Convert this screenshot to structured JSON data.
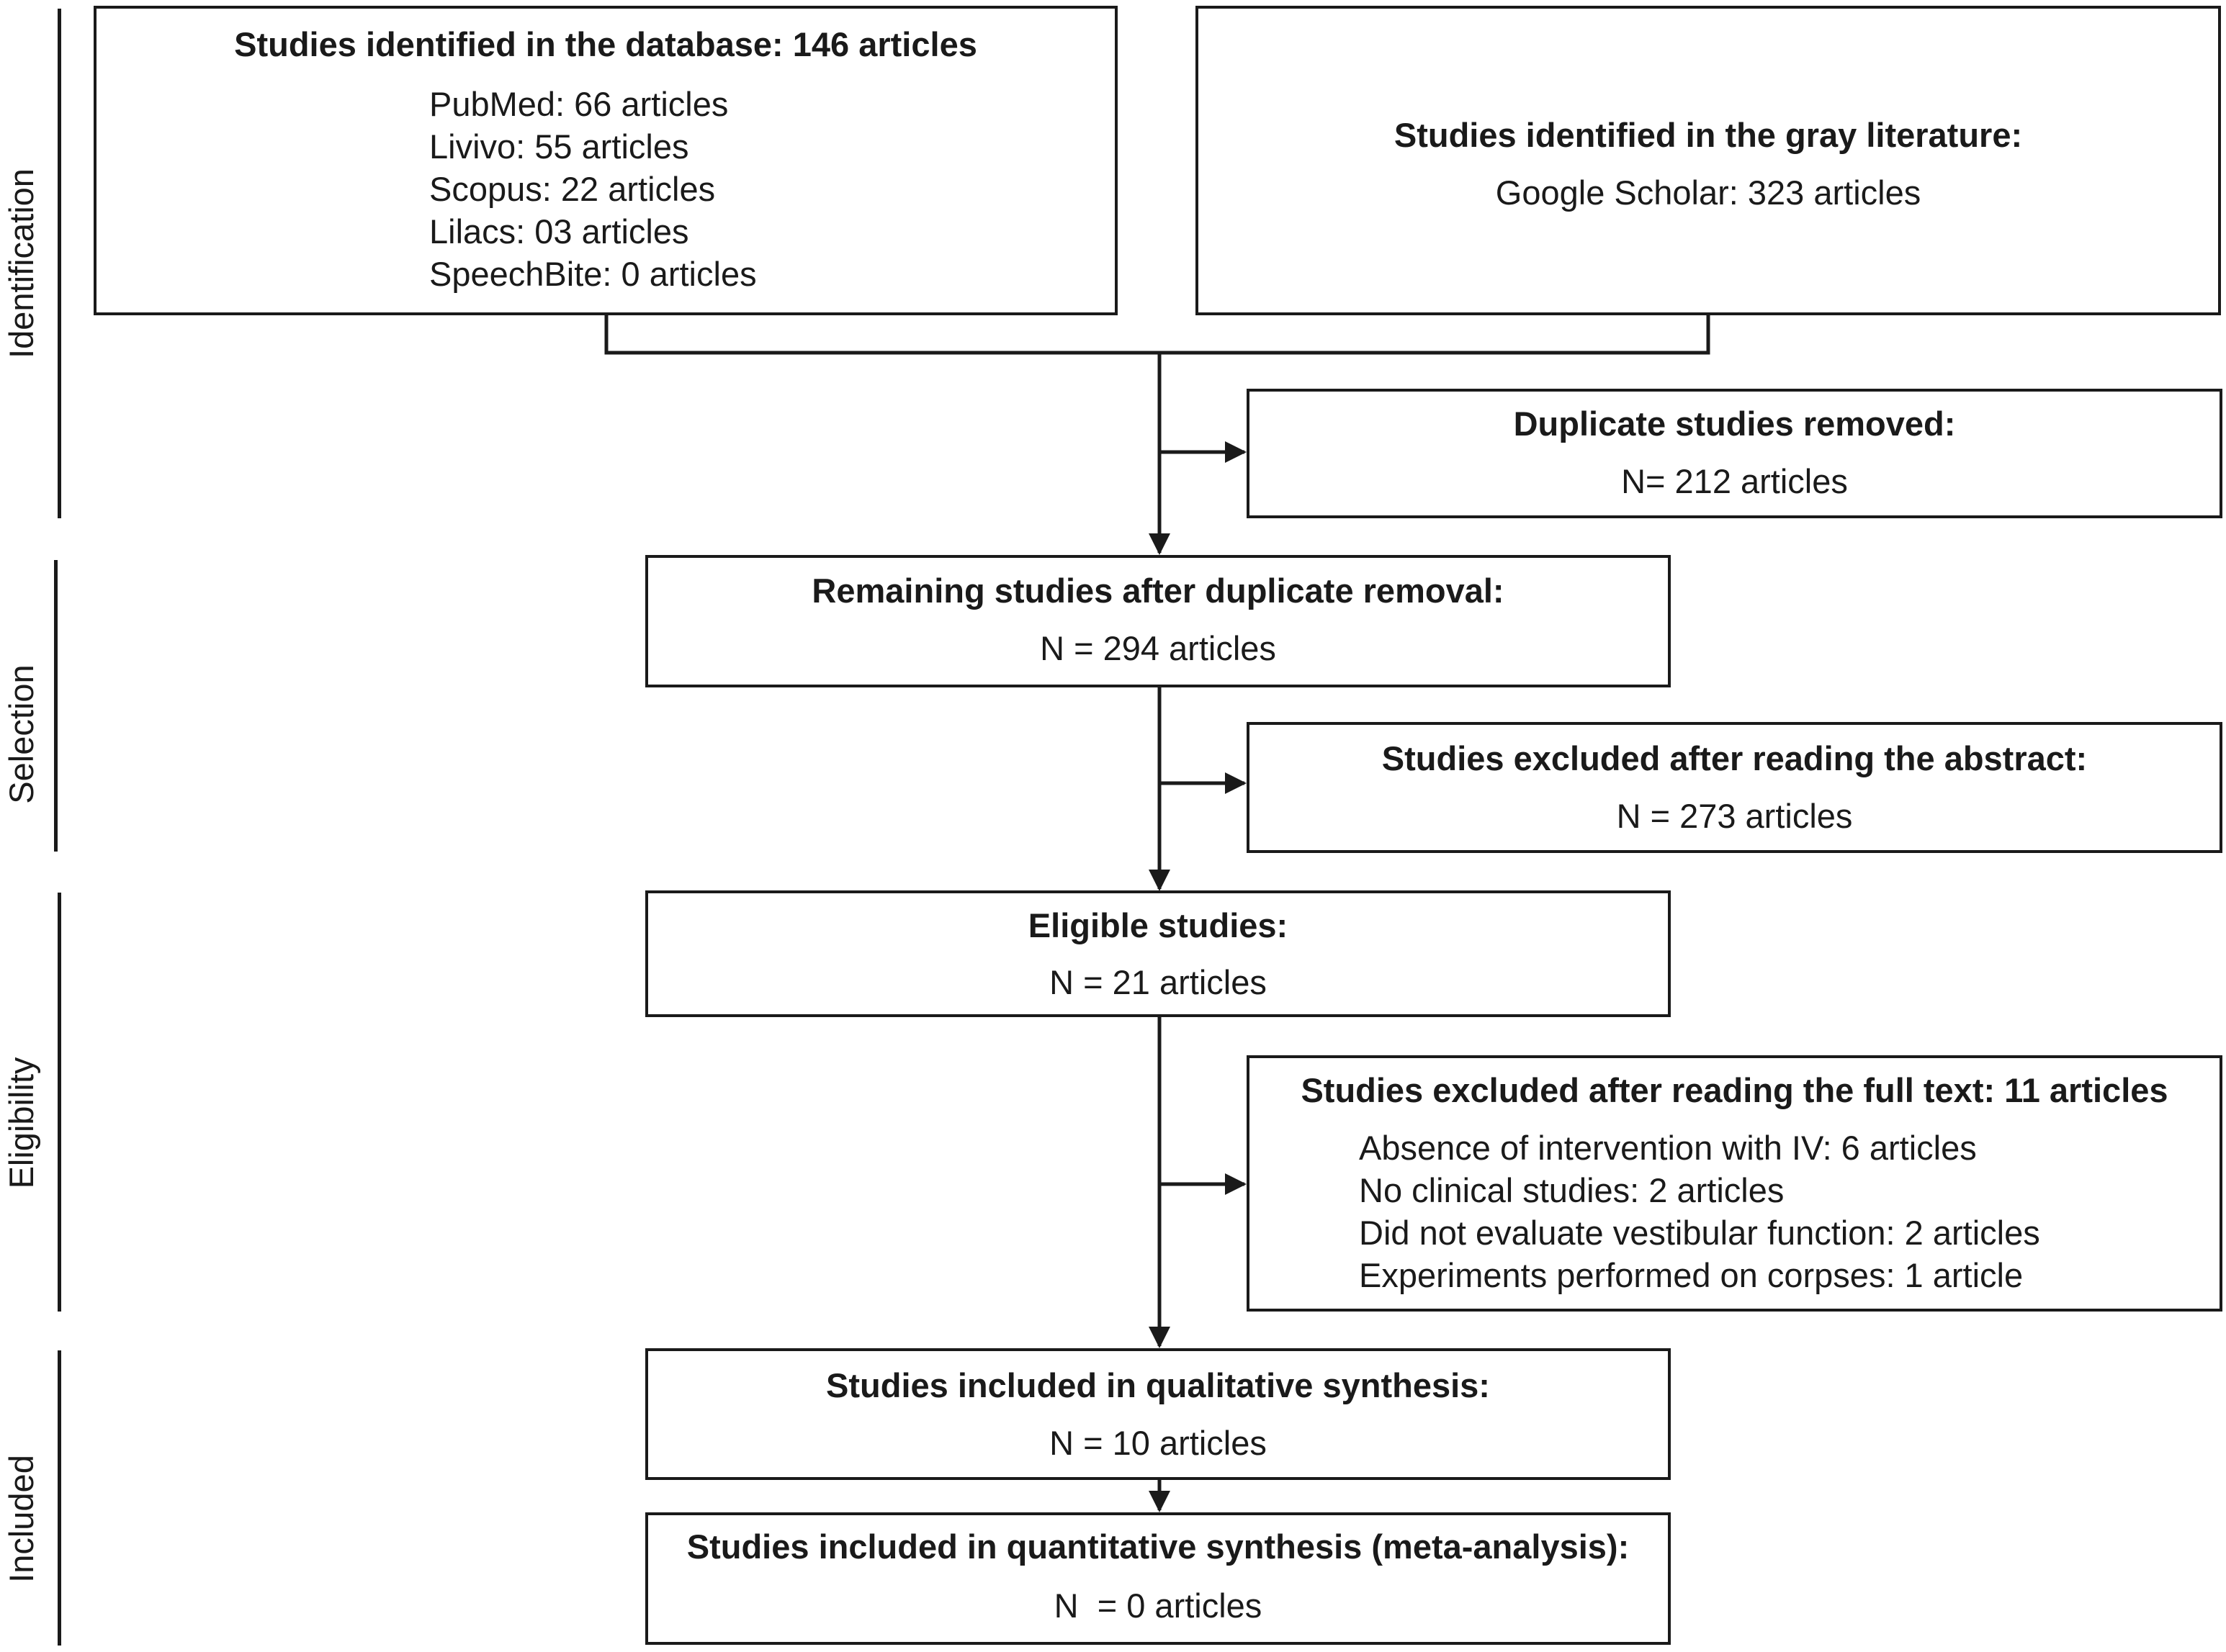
{
  "stages": {
    "identification": "Identification",
    "selection": "Selection",
    "eligibility": "Eligibility",
    "included": "Included"
  },
  "database": {
    "title": "Studies identified in the database: 146 articles",
    "items": [
      "PubMed: 66 articles",
      "Livivo: 55 articles",
      "Scopus: 22 articles",
      "Lilacs: 03 articles",
      "SpeechBite: 0 articles"
    ]
  },
  "gray": {
    "title": "Studies identified in the gray literature:",
    "line": "Google Scholar: 323 articles"
  },
  "duplicates": {
    "title": "Duplicate studies removed:",
    "line": "N= 212 articles"
  },
  "remaining": {
    "title": "Remaining studies after duplicate removal:",
    "line": "N = 294 articles"
  },
  "abstract_excluded": {
    "title": "Studies excluded after reading the abstract:",
    "line": "N = 273 articles"
  },
  "eligible": {
    "title": "Eligible studies:",
    "line": "N = 21 articles"
  },
  "fulltext_excluded": {
    "title": "Studies excluded after reading the full text: 11 articles",
    "items": [
      "Absence of intervention with IV: 6 articles",
      "No clinical studies: 2 articles",
      "Did not evaluate vestibular function: 2 articles",
      "Experiments performed on corpses: 1 article"
    ]
  },
  "qualitative": {
    "title": "Studies included in qualitative synthesis:",
    "line": "N = 10 articles"
  },
  "quantitative": {
    "title": "Studies included in quantitative synthesis (meta-analysis):",
    "line": "N  = 0 articles"
  }
}
